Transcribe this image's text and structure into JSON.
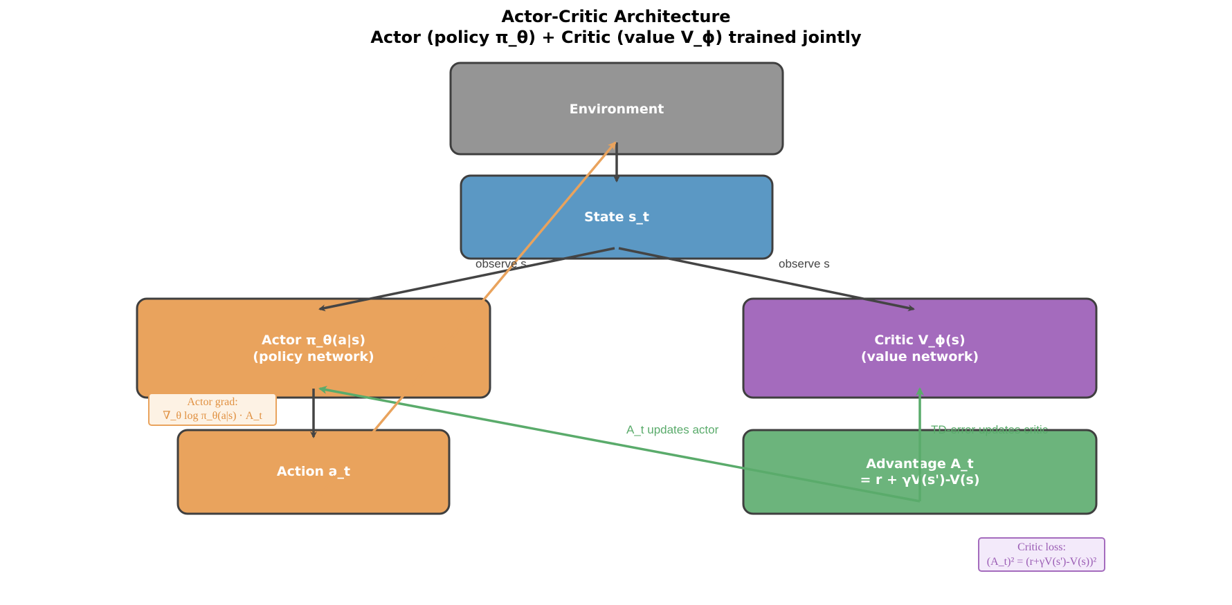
{
  "title": {
    "line1": "Actor-Critic Architecture",
    "line2": "Actor (policy π_θ) + Critic (value V_ϕ) trained jointly"
  },
  "nodes": {
    "environment": {
      "label": "Environment",
      "color": "#959595"
    },
    "state": {
      "label": "State  s_t",
      "color": "#5b98c4"
    },
    "actor": {
      "line1": "Actor  π_θ(a|s)",
      "line2": "(policy network)",
      "color": "#e9a35d"
    },
    "critic": {
      "line1": "Critic  V_ϕ(s)",
      "line2": "(value network)",
      "color": "#a46bbd"
    },
    "action": {
      "label": "Action  a_t",
      "color": "#e9a35d"
    },
    "advantage": {
      "line1": "Advantage  A_t",
      "line2": "= r + γV(s')-V(s)",
      "color": "#6cb47c"
    }
  },
  "edges": {
    "observe_left": "observe s",
    "observe_right": "observe s",
    "actor_update": "A_t updates actor",
    "critic_update": "TD-error updates critic"
  },
  "notes": {
    "actor_grad": {
      "line1": "Actor grad:",
      "line2": "∇_θ log π_θ(a|s) · A_t"
    },
    "critic_loss": {
      "line1": "Critic loss:",
      "line2": "(A_t)² = (r+γV(s')-V(s))²"
    }
  },
  "colors": {
    "border": "#3f3f3f",
    "edge_dark": "#444444",
    "edge_orange": "#e9a35d",
    "edge_green": "#5aab6b",
    "note_orange_fill": "#fdf2e4",
    "note_orange_stroke": "#e9a35d",
    "note_orange_text": "#e09040",
    "note_purple_fill": "#f3eafa",
    "note_purple_stroke": "#a46bbd",
    "note_purple_text": "#9a5cb4"
  }
}
